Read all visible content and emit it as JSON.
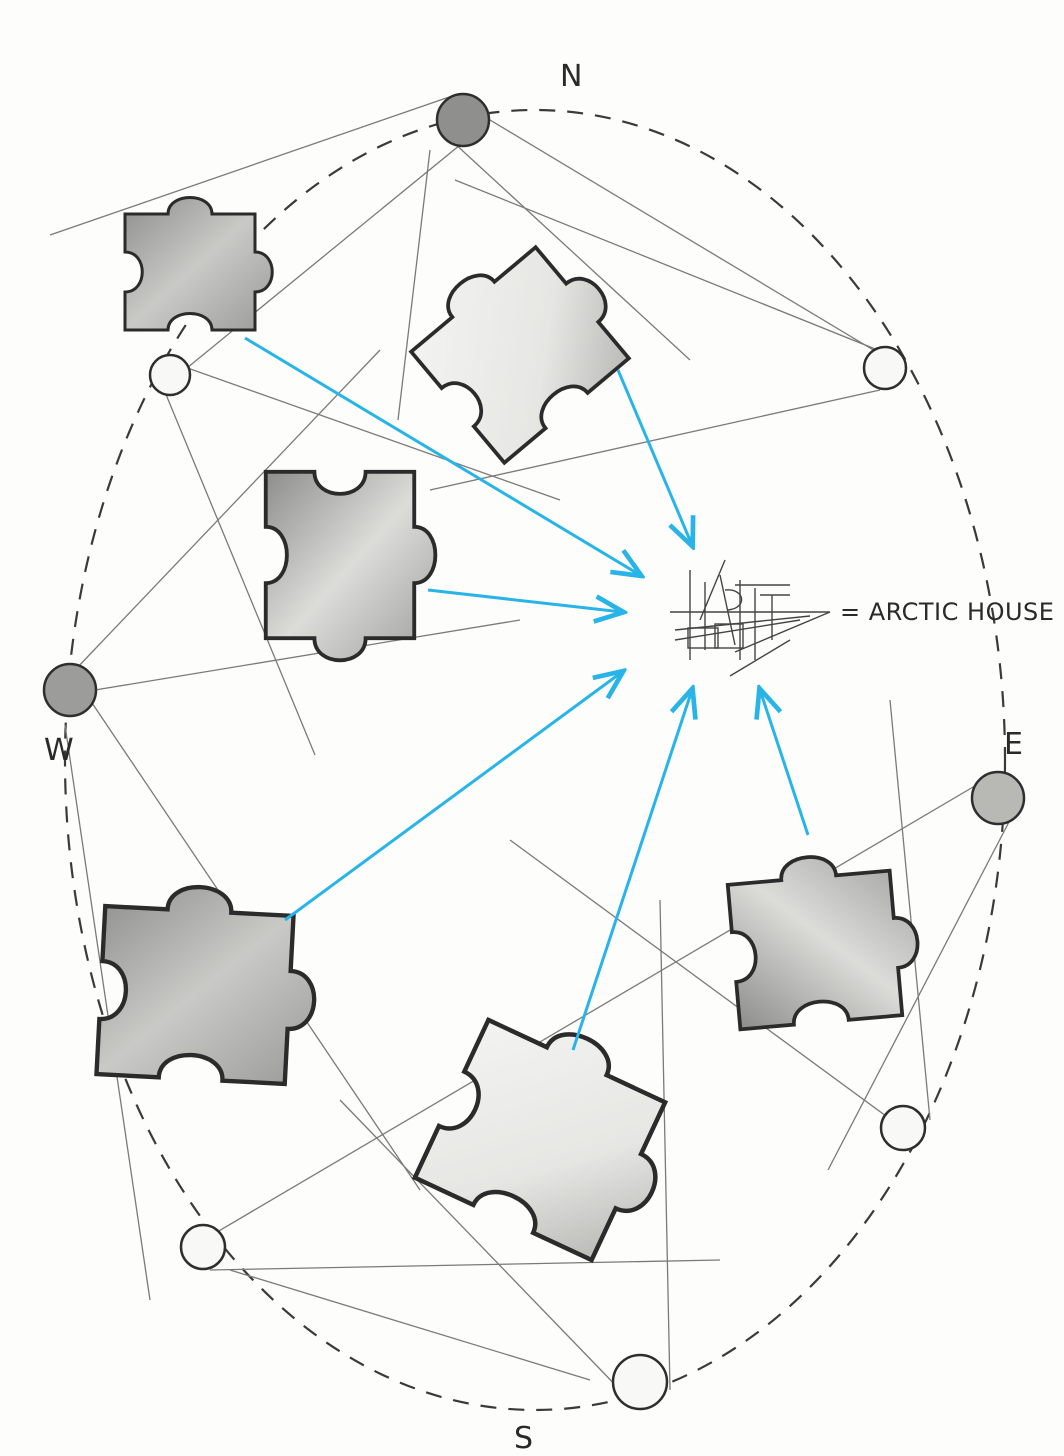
{
  "labels": {
    "north": "N",
    "south": "S",
    "east": "E",
    "west": "W",
    "house": "= ARCTIC HOUSE"
  },
  "colors": {
    "arrow": "#29b4e8",
    "outline": "#2b2b2b",
    "light_fill": "#eeeeec",
    "dark_fill": "#a9a9a7"
  }
}
